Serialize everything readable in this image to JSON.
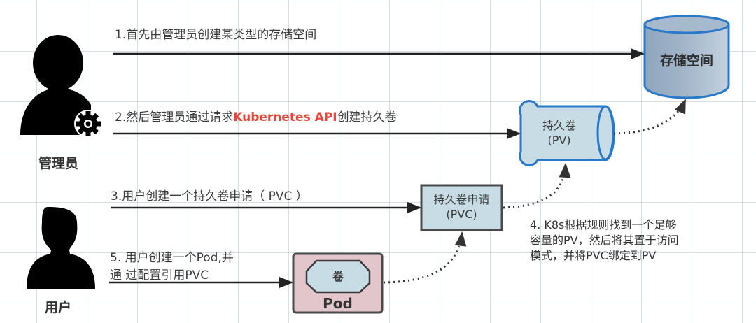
{
  "actors": {
    "admin": {
      "label": "管理员",
      "icon": "admin-user-gear-icon"
    },
    "user": {
      "label": "用户",
      "icon": "user-icon"
    }
  },
  "nodes": {
    "storage": {
      "label": "存储空间",
      "fill": "#9fb3c8",
      "stroke": "#2a78c8"
    },
    "pv": {
      "label_line1": "持久卷",
      "label_line2": "(PV)",
      "fill": "#c7dce4",
      "stroke": "#2a78c8"
    },
    "pvc": {
      "label_line1": "持久卷申请",
      "label_line2": "(PVC)",
      "fill": "#c7dce4",
      "stroke": "#555555"
    },
    "pod": {
      "label": "Pod",
      "inner_label": "卷",
      "fill": "#e2c6cc",
      "inner_fill": "#c7dce4",
      "stroke": "#555555"
    }
  },
  "steps": {
    "step1": "1.首先由管理员创建某类型的存储空间",
    "step2_prefix": "2.然后管理员通过请求",
    "step2_highlight": "Kubernetes API",
    "step2_suffix": "创建持久卷",
    "step3": "3.用户创建一个持久卷申请（ PVC ）",
    "step4_line1": "4. K8s根据规则找到一个足够",
    "step4_line2": "容量的PV，然后将其置于访问",
    "step4_line3": "模式，并将PVC绑定到PV",
    "step5_line1": "5. 用户创建一个Pod,并",
    "step5_line2": "通 过配置引用PVC"
  },
  "colors": {
    "highlight": "#e8463c",
    "line": "#222222"
  }
}
